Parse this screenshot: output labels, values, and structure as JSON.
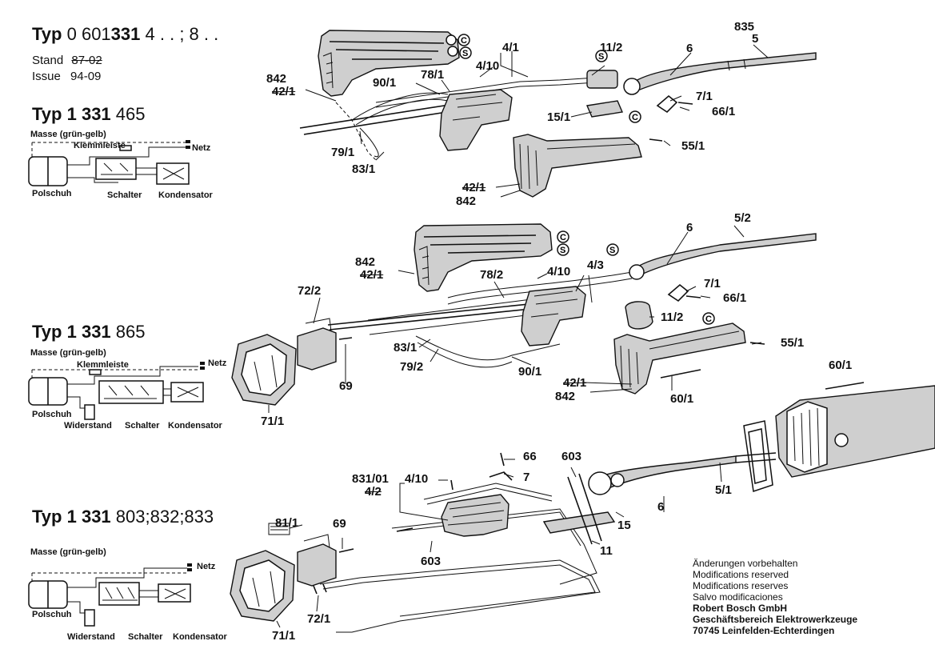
{
  "header": {
    "typ_word": "Typ",
    "typ_main_num": "0 601",
    "typ_main_bold": "331",
    "typ_main_suffix": "4 . . ; 8 . .",
    "stand_label": "Stand",
    "stand_value": "87-02",
    "issue_label": "Issue",
    "issue_value": "94-09"
  },
  "variants": [
    {
      "typ": "Typ",
      "bold": "1 331",
      "num": "465"
    },
    {
      "typ": "Typ",
      "bold": "1 331",
      "num": "865"
    },
    {
      "typ": "Typ",
      "bold": "1 331",
      "num": "803;832;833"
    }
  ],
  "wiring": {
    "masse": "Masse (grün-gelb)",
    "klemmleiste": "Klemmleiste",
    "netz": "Netz",
    "polschuh": "Polschuh",
    "schalter": "Schalter",
    "kondensator": "Kondensator",
    "widerstand": "Widerstand"
  },
  "parts_top": {
    "p842a": "842",
    "p42_1a": "42/1",
    "p90_1": "90/1",
    "p78_1": "78/1",
    "p4_10": "4/10",
    "p4_1": "4/1",
    "p11_2": "11/2",
    "p6": "6",
    "p835": "835",
    "p5": "5",
    "p7_1": "7/1",
    "p66_1": "66/1",
    "p15_1": "15/1",
    "p55_1": "55/1",
    "p79_1": "79/1",
    "p83_1": "83/1",
    "p42_1b": "42/1",
    "p842b": "842"
  },
  "parts_mid": {
    "p842a": "842",
    "p42_1a": "42/1",
    "p78_2": "78/2",
    "p4_10": "4/10",
    "p4_3": "4/3",
    "p6": "6",
    "p5_2": "5/2",
    "p7_1": "7/1",
    "p66_1": "66/1",
    "p72_2": "72/2",
    "p11_2": "11/2",
    "p55_1": "55/1",
    "p83_1": "83/1",
    "p79_2": "79/2",
    "p69": "69",
    "p90_1": "90/1",
    "p42_1b": "42/1",
    "p842b": "842",
    "p60_1a": "60/1",
    "p60_1b": "60/1",
    "p71_1": "71/1"
  },
  "parts_bot": {
    "p66": "66",
    "p603a": "603",
    "p831_01": "831/01",
    "p4_10": "4/10",
    "p7": "7",
    "p4_2": "4/2",
    "p81_1": "81/1",
    "p69": "69",
    "p15": "15",
    "p6": "6",
    "p5_1": "5/1",
    "p603b": "603",
    "p11": "11",
    "p72_1": "72/1",
    "p71_1": "71/1"
  },
  "footer": {
    "line1": "Änderungen vorbehalten",
    "line2": "Modifications reserved",
    "line3": "Modifications reserves",
    "line4": "Salvo modificaciones",
    "line5": "Robert Bosch GmbH",
    "line6": "Geschäftsbereich Elektrowerkzeuge",
    "line7": "70745 Leinfelden-Echterdingen"
  }
}
